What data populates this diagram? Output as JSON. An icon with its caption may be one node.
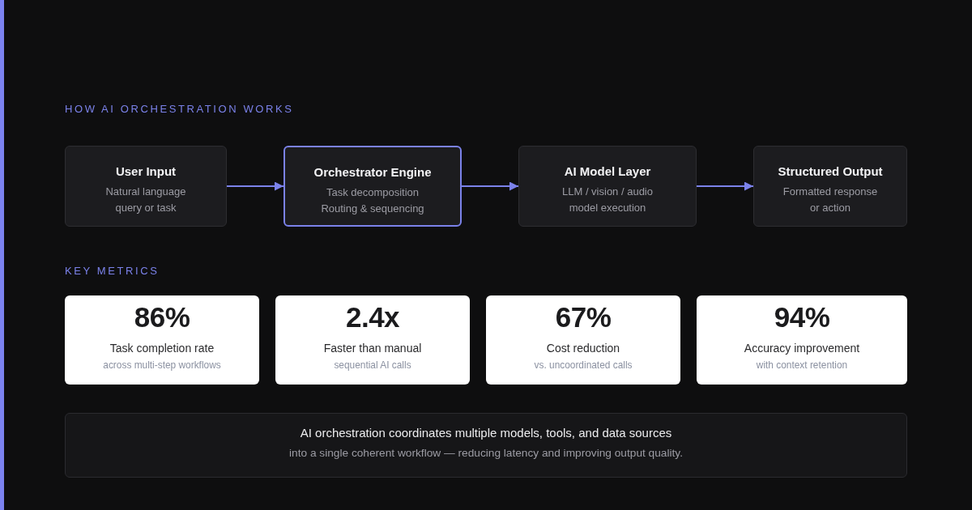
{
  "diagram": {
    "nodes": [
      {
        "text": [
          "User Input",
          "Natural language query or task"
        ]
      },
      {
        "text": [
          "Orchestrator Engine",
          "Task decomposition Routing & sequencing"
        ]
      },
      {
        "text": [
          "AI Model Layer",
          "LLM / vision / audio model execution"
        ]
      },
      {
        "text": [
          "Structured Output",
          "Formatted response or action"
        ]
      },
      {
        "text": [
          "86%",
          "Task completion rate",
          "across multi-step workflows"
        ]
      },
      {
        "text": [
          "2.4x",
          "Faster than manual",
          "sequential AI calls"
        ]
      },
      {
        "text": [
          "67%",
          "Cost reduction",
          "vs. uncoordinated calls"
        ]
      },
      {
        "text": [
          "94%",
          "Accuracy improvement",
          "with context retention"
        ]
      },
      {
        "text": [
          "AI orchestration coordinates multiple models, tools, and data sources",
          "into a single coherent workflow — reducing latency and improving output quality."
        ]
      }
    ],
    "edges": [
      {
        "from": 0,
        "to": 1,
        "arrow": "to"
      },
      {
        "from": 1,
        "to": 2,
        "arrow": "to"
      },
      {
        "from": 2,
        "to": 3,
        "arrow": "to"
      }
    ],
    "labels": [
      "HOW AI ORCHESTRATION WORKS",
      "KEY METRICS"
    ]
  }
}
